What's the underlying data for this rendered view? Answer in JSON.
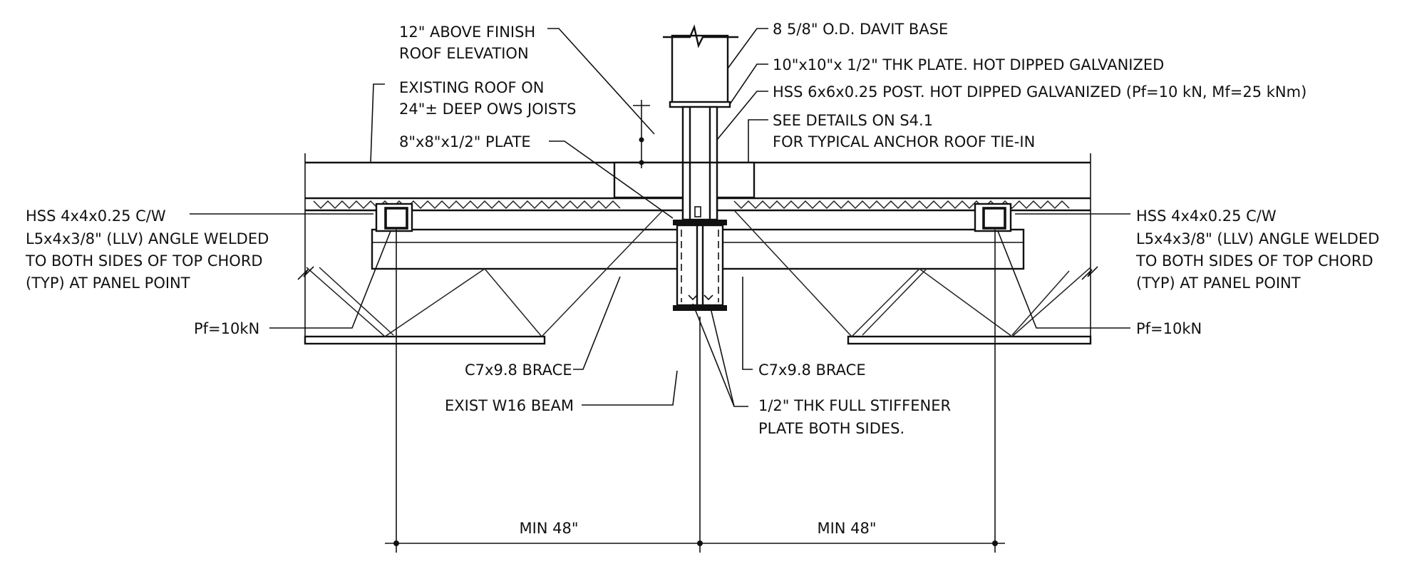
{
  "drawing": {
    "labels": {
      "finish_elev_1": "12\" ABOVE FINISH",
      "finish_elev_2": "ROOF ELEVATION",
      "existing_roof_1": "EXISTING ROOF ON",
      "existing_roof_2": "24\"± DEEP OWS JOISTS",
      "plate_8": "8\"x8\"x1/2\" PLATE",
      "davit_base": "8 5/8\" O.D. DAVIT BASE",
      "plate_10": "10\"x10\"x 1/2\" THK PLATE. HOT DIPPED GALVANIZED",
      "hss_post": "HSS 6x6x0.25 POST. HOT DIPPED GALVANIZED (Pf=10 kN, Mf=25 kNm)",
      "see_details_1": "SEE DETAILS ON S4.1",
      "see_details_2": "FOR TYPICAL ANCHOR ROOF TIE-IN",
      "left_hss_1": "HSS 4x4x0.25 C/W",
      "left_hss_2": "L5x4x3/8\" (LLV) ANGLE WELDED",
      "left_hss_3": "TO BOTH SIDES OF TOP CHORD",
      "left_hss_4": "(TYP) AT PANEL POINT",
      "right_hss_1": "HSS 4x4x0.25 C/W",
      "right_hss_2": "L5x4x3/8\" (LLV) ANGLE WELDED",
      "right_hss_3": "TO BOTH SIDES OF TOP CHORD",
      "right_hss_4": "(TYP) AT PANEL POINT",
      "pf_left": "Pf=10kN",
      "pf_right": "Pf=10kN",
      "brace_left": "C7x9.8 BRACE",
      "brace_right": "C7x9.8 BRACE",
      "w16_beam": "EXIST W16 BEAM",
      "stiffener_1": "1/2\" THK FULL STIFFENER",
      "stiffener_2": "PLATE BOTH SIDES.",
      "dim_left": "MIN 48\"",
      "dim_right": "MIN 48\""
    }
  }
}
